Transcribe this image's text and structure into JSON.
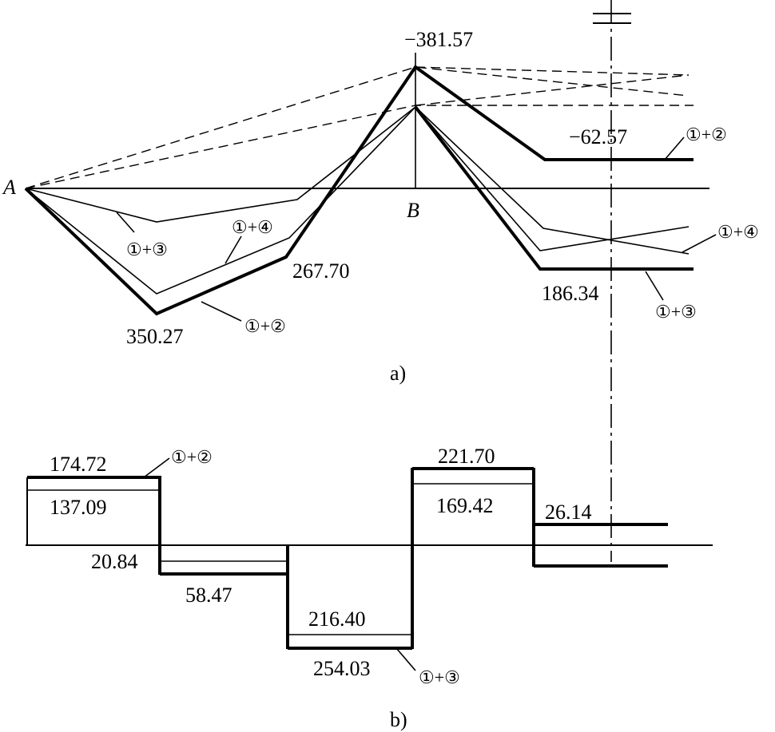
{
  "diagram_a": {
    "caption": "a)",
    "point_a": "A",
    "point_b": "B",
    "values": {
      "b_peak": "−381.57",
      "right_neg": "−62.57",
      "left_min": "350.27",
      "mid_left": "267.70",
      "right_pos": "186.34"
    },
    "combos": {
      "c12_left": "①+②",
      "c13_left": "①+③",
      "c14_left": "①+④",
      "c12_right": "①+②",
      "c13_right": "①+③",
      "c14_right": "①+④"
    }
  },
  "diagram_b": {
    "caption": "b)",
    "values": {
      "seg1_top": "174.72",
      "seg1_inner": "137.09",
      "seg2_top": "20.84",
      "seg2_bottom": "58.47",
      "seg3_inner": "216.40",
      "seg3_bottom": "254.03",
      "seg4_top": "221.70",
      "seg4_inner": "169.42",
      "seg5": "26.14"
    },
    "combos": {
      "c12": "①+②",
      "c13": "①+③"
    }
  }
}
